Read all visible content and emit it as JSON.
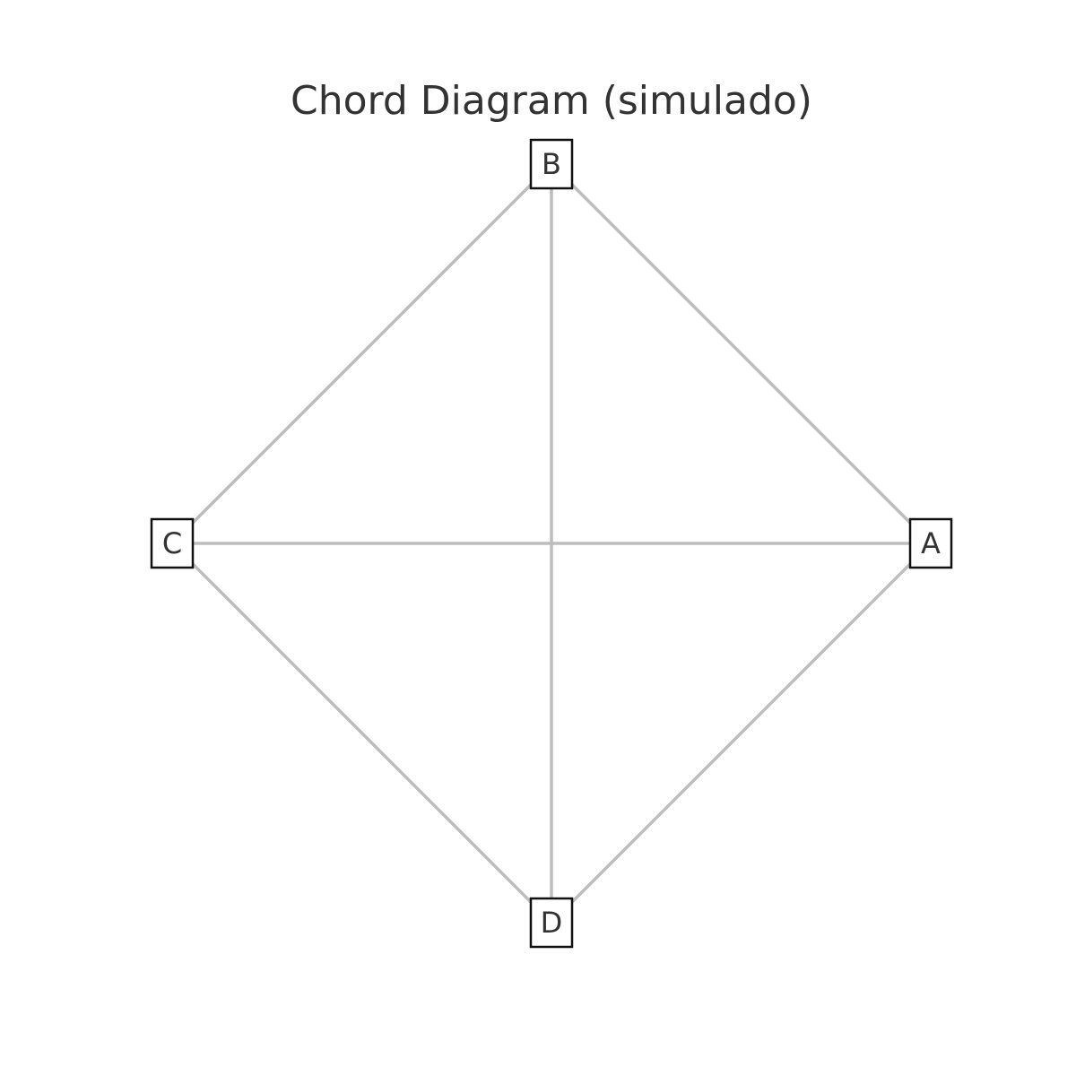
{
  "title": "Chord Diagram (simulado)",
  "colors": {
    "chord": "#bdbdbd",
    "node_border": "#111111",
    "text": "#333333",
    "background": "#ffffff"
  },
  "nodes": [
    {
      "id": "A",
      "label": "A"
    },
    {
      "id": "B",
      "label": "B"
    },
    {
      "id": "C",
      "label": "C"
    },
    {
      "id": "D",
      "label": "D"
    }
  ],
  "edges": [
    {
      "from": "A",
      "to": "B"
    },
    {
      "from": "A",
      "to": "C"
    },
    {
      "from": "A",
      "to": "D"
    },
    {
      "from": "B",
      "to": "C"
    },
    {
      "from": "B",
      "to": "D"
    },
    {
      "from": "C",
      "to": "D"
    }
  ]
}
